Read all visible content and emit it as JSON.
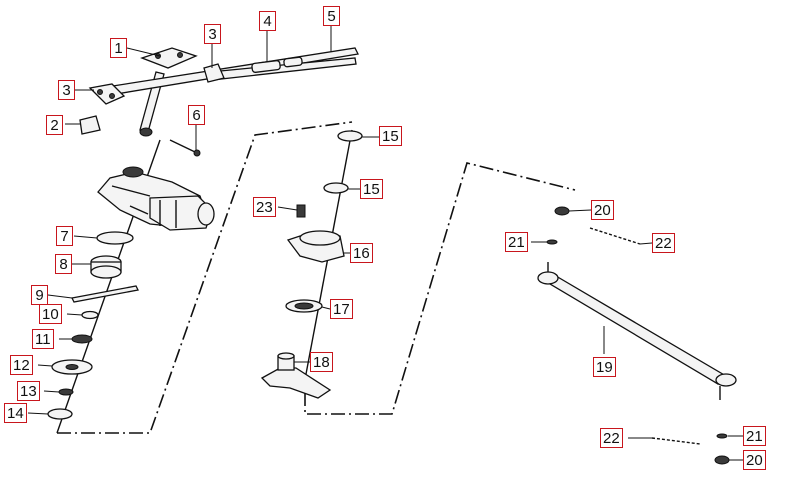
{
  "callouts": [
    {
      "id": "c1",
      "label": "1"
    },
    {
      "id": "c2",
      "label": "2"
    },
    {
      "id": "c3a",
      "label": "3"
    },
    {
      "id": "c3b",
      "label": "3"
    },
    {
      "id": "c4",
      "label": "4"
    },
    {
      "id": "c5",
      "label": "5"
    },
    {
      "id": "c6",
      "label": "6"
    },
    {
      "id": "c7",
      "label": "7"
    },
    {
      "id": "c8",
      "label": "8"
    },
    {
      "id": "c9",
      "label": "9"
    },
    {
      "id": "c10",
      "label": "10"
    },
    {
      "id": "c11",
      "label": "11"
    },
    {
      "id": "c12",
      "label": "12"
    },
    {
      "id": "c13",
      "label": "13"
    },
    {
      "id": "c14",
      "label": "14"
    },
    {
      "id": "c15a",
      "label": "15"
    },
    {
      "id": "c15b",
      "label": "15"
    },
    {
      "id": "c16",
      "label": "16"
    },
    {
      "id": "c17",
      "label": "17"
    },
    {
      "id": "c18",
      "label": "18"
    },
    {
      "id": "c19",
      "label": "19"
    },
    {
      "id": "c20a",
      "label": "20"
    },
    {
      "id": "c20b",
      "label": "20"
    },
    {
      "id": "c21a",
      "label": "21"
    },
    {
      "id": "c21b",
      "label": "21"
    },
    {
      "id": "c22a",
      "label": "22"
    },
    {
      "id": "c22b",
      "label": "22"
    },
    {
      "id": "c23",
      "label": "23"
    }
  ],
  "colors": {
    "callout_border": "#c8161d",
    "line": "#111111"
  }
}
